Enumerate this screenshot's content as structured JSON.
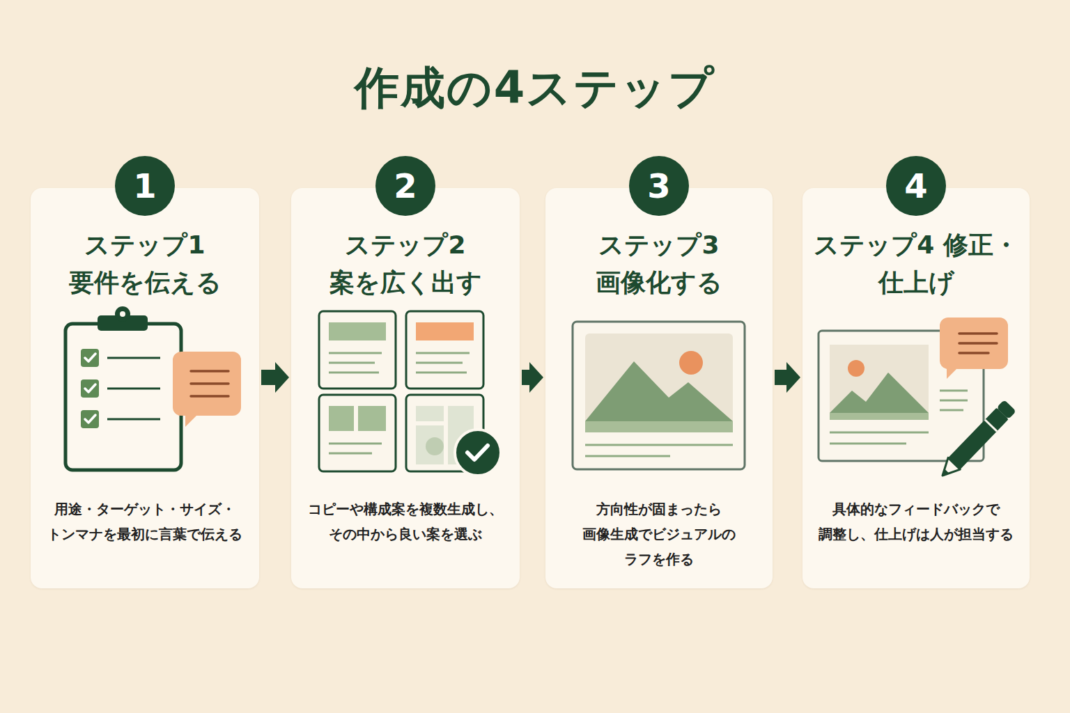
{
  "diagram": {
    "title": "作成の4ステップ",
    "nodes": [
      {
        "text": [
          "ステップ1 要件を伝える",
          "用途・ターゲット・サイズ・ トンマナを最初に言葉で伝える"
        ]
      },
      {
        "text": [
          "1"
        ],
        "in": 0
      },
      {
        "text": [
          "ステップ2 案を広く出す",
          "コピーや構成案を複数生成し、 その中から良い案を選ぶ"
        ]
      },
      {
        "text": [
          "2"
        ],
        "in": 2
      },
      {
        "text": [
          "ステップ3 画像化する",
          "方向性が固まったら 画像生成でビジュアルの ラフを作る"
        ]
      },
      {
        "text": [
          "3"
        ],
        "in": 4
      },
      {
        "text": [
          "ステップ4 修正・仕上げ",
          "具体的なフィードバックで 調整し、仕上げは人が担当する"
        ]
      },
      {
        "text": [
          "4"
        ],
        "in": 6
      }
    ],
    "edges": [
      {
        "from": 0,
        "to": 2,
        "arrow": "to"
      },
      {
        "from": 2,
        "to": 4,
        "arrow": "to"
      },
      {
        "from": 4,
        "to": 6,
        "arrow": "to"
      }
    ]
  }
}
